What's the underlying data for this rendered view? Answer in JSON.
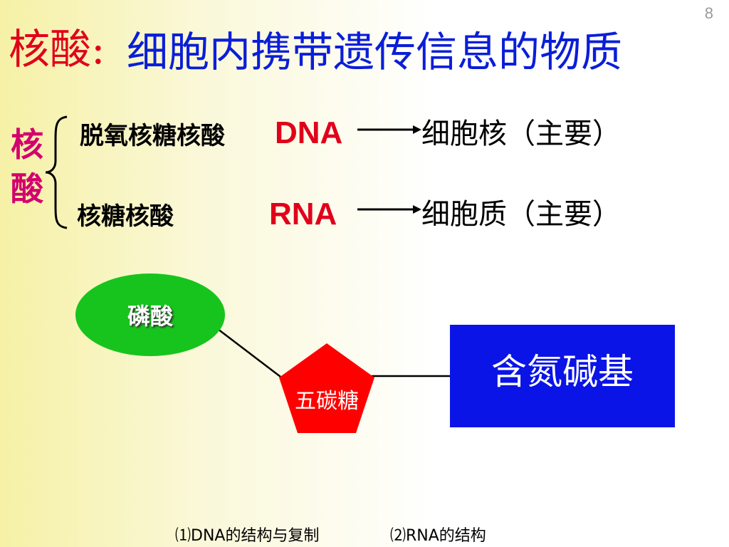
{
  "slide": {
    "number": "8",
    "title_prefix": "核酸:",
    "title_main": "细胞内携带遗传信息的物质"
  },
  "side_label": [
    "核",
    "酸"
  ],
  "rows": [
    {
      "name": "脱氧核糖核酸",
      "abbr": "DNA",
      "location": "细胞核（主要）"
    },
    {
      "name": "核糖核酸",
      "abbr": "RNA",
      "location": "细胞质（主要）"
    }
  ],
  "diagram": {
    "phosphate": "磷酸",
    "sugar": "五碳糖",
    "base": "含氮碱基"
  },
  "footer": [
    {
      "label": "⑴DNA的结构与复制"
    },
    {
      "label": "⑵RNA的结构"
    }
  ],
  "colors": {
    "title_prefix": "#e0001b",
    "title_main": "#0a1ed8",
    "side_label": "#d3006e",
    "abbr": "#e0001b",
    "phosphate_fill": "#17c41d",
    "sugar_fill": "#ff0000",
    "base_fill": "#0a14e6"
  }
}
